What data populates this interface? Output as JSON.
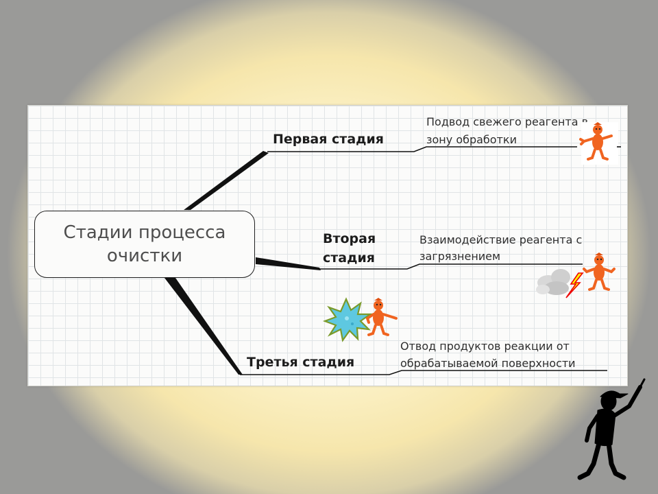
{
  "center": {
    "title": "Стадии процесса очистки"
  },
  "branches": [
    {
      "label": "Первая стадия",
      "leaf": {
        "lines": [
          "Подвод свежего реагента в",
          "зону обработки"
        ]
      }
    },
    {
      "label_lines": [
        "Вторая",
        "стадия"
      ],
      "leaf": {
        "lines": [
          "Взаимодействие реагента с",
          "загрязнением"
        ]
      }
    },
    {
      "label": "Третья стадия",
      "leaf": {
        "lines": [
          "Отвод продуктов реакции от",
          "обрабатываемой поверхности"
        ]
      }
    }
  ],
  "colors": {
    "connector": "#111111",
    "figure_orange": "#f06420",
    "figure_black": "#000000",
    "star_fill": "#5ec8e0",
    "star_outline": "#7a9a2a"
  },
  "icons": [
    "orange-figure-icon",
    "explosion-star-icon",
    "lightning-bolt-icon",
    "smoke-cloud-icon",
    "pointing-stick-figure-icon"
  ]
}
